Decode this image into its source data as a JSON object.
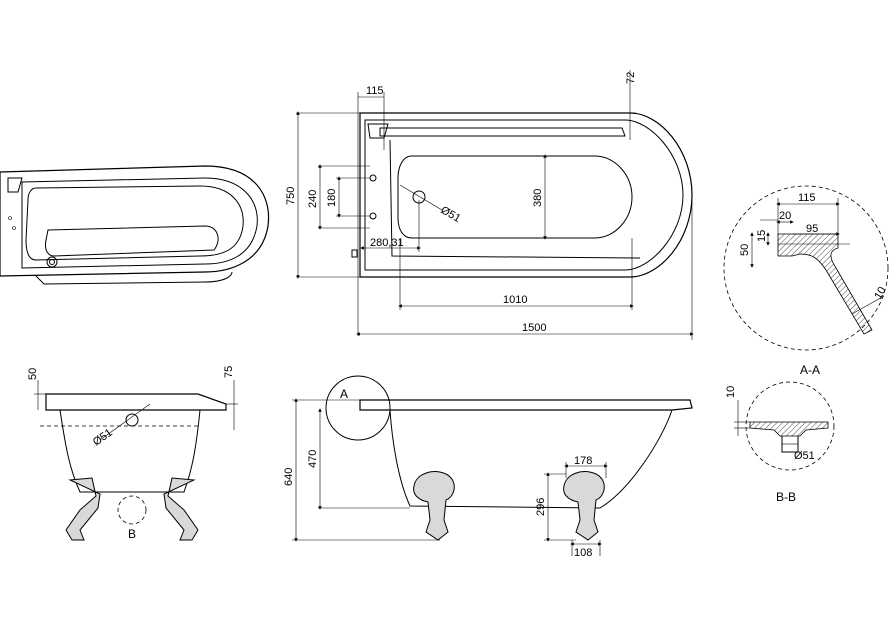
{
  "dimensions": {
    "d115_top": "115",
    "d72": "72",
    "d750": "750",
    "d240": "240",
    "d180": "180",
    "d380": "380",
    "d51_plan": "Ø51",
    "d280": "280,31",
    "d1010": "1010",
    "d1500": "1500",
    "d115_detail": "115",
    "d20": "20",
    "d95": "95",
    "d15": "15",
    "d50_detail": "50",
    "d10_detail": "10",
    "d50_end": "50",
    "d75_end": "75",
    "d51_end": "Ø51",
    "d640": "640",
    "d470": "470",
    "d178": "178",
    "d296": "296",
    "d108": "108",
    "d10_bb": "10",
    "d51_bb": "Ø51"
  },
  "labels": {
    "section_a": "A",
    "section_aa": "A-A",
    "section_b": "B",
    "section_bb": "B-B"
  }
}
